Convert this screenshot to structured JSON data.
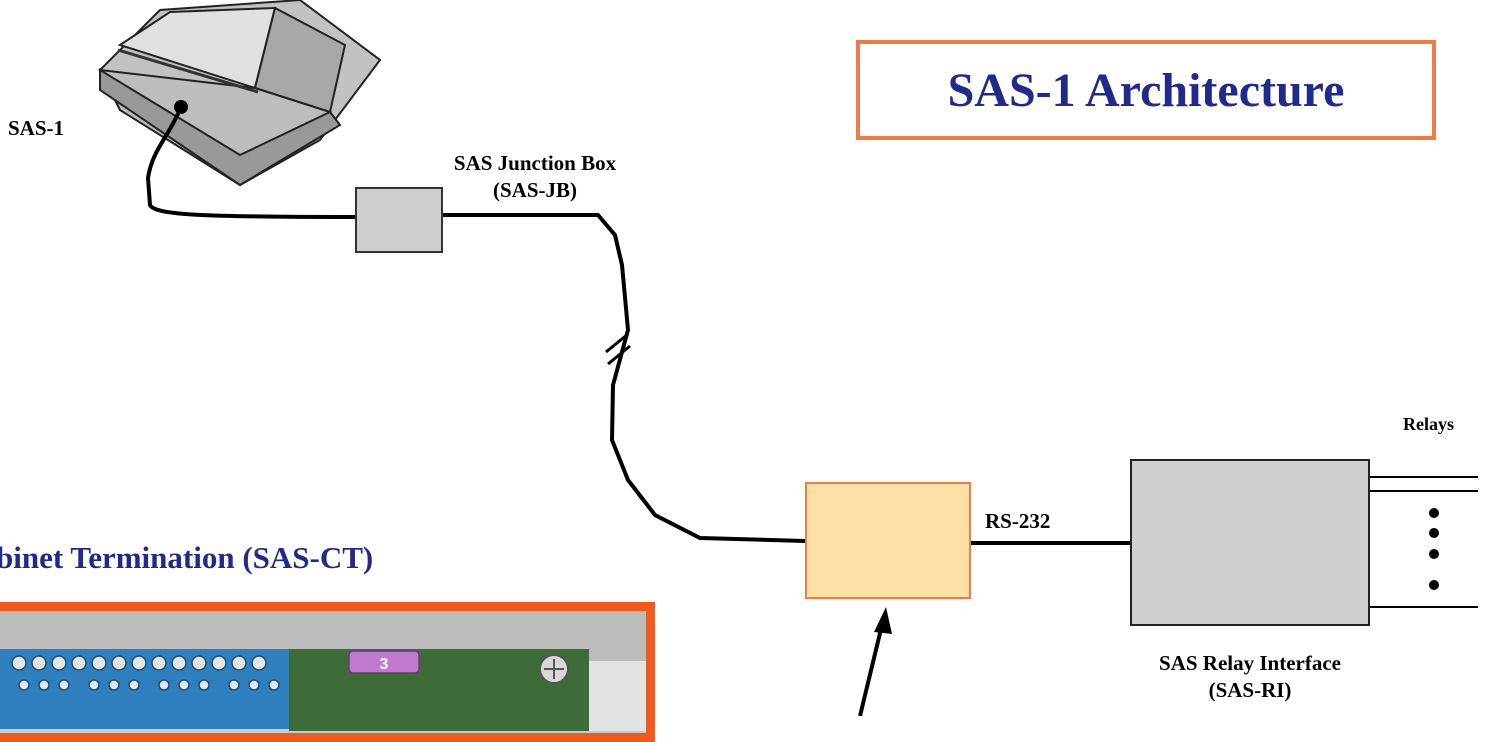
{
  "title": "SAS-1 Architecture",
  "sensor": {
    "label": "SAS-1"
  },
  "junction_box": {
    "label_line1": "SAS Junction Box",
    "label_line2": "(SAS-JB)"
  },
  "link": {
    "label": "RS-232"
  },
  "relays": {
    "label": "Relays"
  },
  "relay_interface": {
    "label_line1": "SAS Relay Interface",
    "label_line2": "(SAS-RI)"
  },
  "cabinet_termination": {
    "heading": "binet Termination (SAS-CT)",
    "fuse_value": "3"
  },
  "colors": {
    "title_text": "#1f2a8a",
    "title_border": "#ef7b4a",
    "ct_box_fill": "#fce0a6",
    "photo_border": "#ef5a1e",
    "device_fill": "#cfcfcf"
  }
}
